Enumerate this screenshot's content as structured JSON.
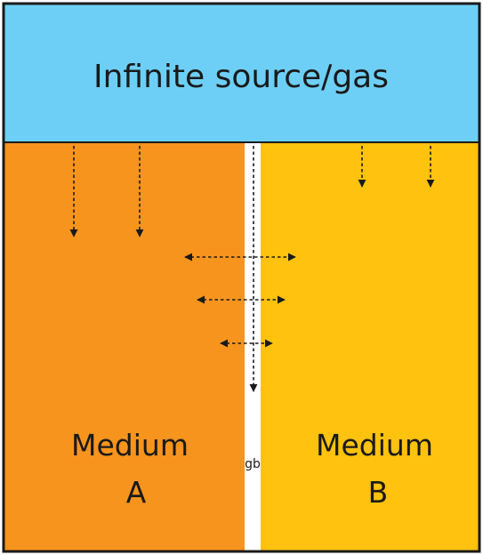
{
  "source": {
    "label": "Infinite source/gas",
    "color": "#6dcff6"
  },
  "medium_a": {
    "line1": "Medium",
    "line2": "A",
    "color": "#f7941d"
  },
  "medium_b": {
    "line1": "Medium",
    "line2": "B",
    "color": "#ffc20e"
  },
  "grain_boundary": {
    "label": "gb",
    "color": "#ffffff"
  },
  "outline_color": "#1a1a1a"
}
